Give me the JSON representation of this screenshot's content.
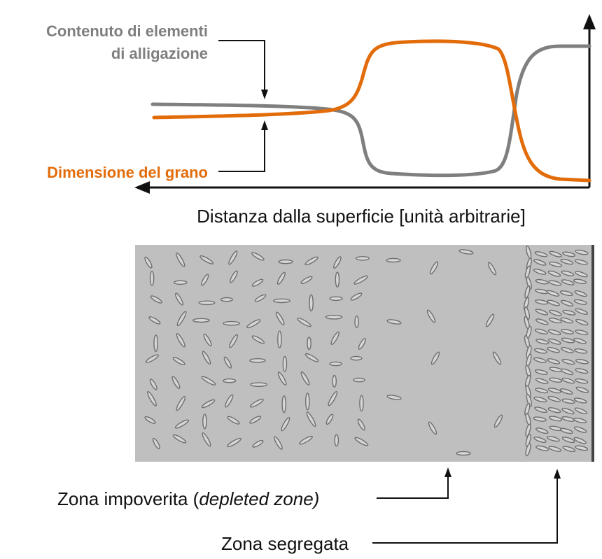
{
  "graph": {
    "alloy_label_line1": "Contenuto di elementi",
    "alloy_label_line2": "di alligazione",
    "grain_label": "Dimensione del grano",
    "axis_label": "Distanza dalla superficie [unità arbitrarie]"
  },
  "callouts": {
    "depleted_prefix": "Zona impoverita (",
    "depleted_italic": "depleted zone)",
    "segregated": "Zona segregata"
  },
  "colors": {
    "alloy_curve": "#7f7f7f",
    "grain_curve": "#e36c0a",
    "microstructure_fill": "#bfbfbf",
    "particle_fill": "#d6d6d6",
    "particle_stroke": "#6e6e6e",
    "axis": "#111111"
  }
}
